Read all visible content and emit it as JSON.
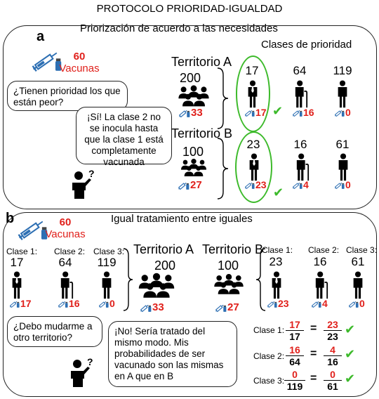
{
  "main_title": "PROTOCOLO PRIORIDAD-IGUALDAD",
  "panel_a": {
    "letter": "a",
    "heading": "Priorización de acuerdo a las necesidades",
    "vaccines_count": "60",
    "vaccines_label": "Vacunas",
    "question": "¿Tienen prioridad los que están peor?",
    "answer": "¡Sí! La clase 2 no se inocula hasta que la clase 1 está completamente vacunada",
    "classes_heading": "Clases de prioridad",
    "territory_a": {
      "name": "Territorio A",
      "population": "200",
      "doses": "33",
      "classes": [
        {
          "count": "17",
          "doses": "17"
        },
        {
          "count": "64",
          "doses": "16"
        },
        {
          "count": "119",
          "doses": "0"
        }
      ]
    },
    "territory_b": {
      "name": "Territorio B",
      "population": "100",
      "doses": "27",
      "classes": [
        {
          "count": "23",
          "doses": "23"
        },
        {
          "count": "16",
          "doses": "4"
        },
        {
          "count": "61",
          "doses": "0"
        }
      ]
    }
  },
  "panel_b": {
    "letter": "b",
    "heading": "Igual tratamiento entre iguales",
    "vaccines_count": "60",
    "vaccines_label": "Vacunas",
    "territory_a": {
      "name": "Territorio A",
      "population": "200",
      "doses": "33",
      "classes": [
        {
          "label": "Clase 1:",
          "count": "17",
          "doses": "17"
        },
        {
          "label": "Clase 2:",
          "count": "64",
          "doses": "16"
        },
        {
          "label": "Clase 3:",
          "count": "119",
          "doses": "0"
        }
      ]
    },
    "territory_b": {
      "name": "Territorio B",
      "population": "100",
      "doses": "27",
      "classes": [
        {
          "label": "Clase 1:",
          "count": "23",
          "doses": "23"
        },
        {
          "label": "Clase 2:",
          "count": "16",
          "doses": "4"
        },
        {
          "label": "Clase 3:",
          "count": "61",
          "doses": "0"
        }
      ]
    },
    "question": "¿Debo mudarme a otro territorio?",
    "answer": "¡No! Sería tratado del mismo modo. Mis probabilidades de ser vacunado son las mismas en A que en B",
    "equations": [
      {
        "label": "Clase 1:",
        "a_num": "17",
        "a_den": "17",
        "b_num": "23",
        "b_den": "23"
      },
      {
        "label": "Clase 2:",
        "a_num": "16",
        "a_den": "64",
        "b_num": "4",
        "b_den": "16"
      },
      {
        "label": "Clase 3:",
        "a_num": "0",
        "a_den": "119",
        "b_num": "0",
        "b_den": "61"
      }
    ],
    "equals_sign": "="
  },
  "colors": {
    "accent_red": "#e0201b",
    "check_green": "#3dba2b",
    "vial_blue": "#2d6fb3"
  }
}
